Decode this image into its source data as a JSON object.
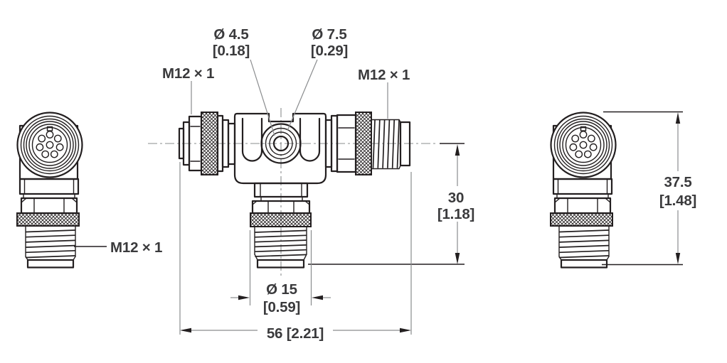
{
  "annotations": {
    "thread_top_left": "M12 × 1",
    "thread_top_right": "M12 × 1",
    "thread_side_left": "M12 × 1",
    "dia_45_mm": "Ø 4.5",
    "dia_45_in": "[0.18]",
    "dia_75_mm": "Ø 7.5",
    "dia_75_in": "[0.29]",
    "branch_height_mm": "30",
    "branch_height_in": "[1.18]",
    "dia_15_mm": "Ø 15",
    "dia_15_in": "[0.59]",
    "overall_width": "56 [2.21]",
    "overall_height_mm": "37.5",
    "overall_height_in": "[1.48]"
  },
  "colors": {
    "outline": "#231f20",
    "dimension_line": "#8a8c8e",
    "text": "#3a3a3c",
    "background": "#ffffff"
  }
}
